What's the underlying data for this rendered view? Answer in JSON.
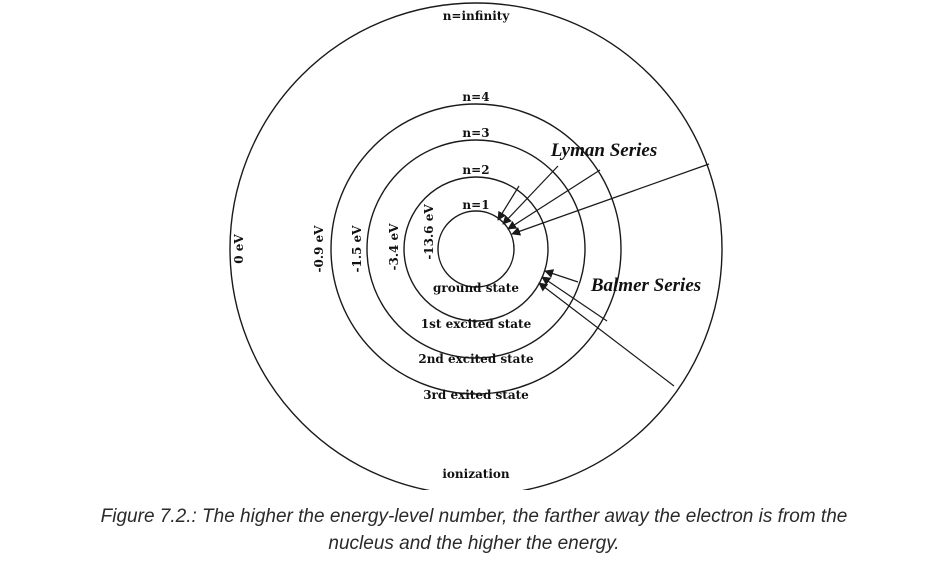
{
  "diagram": {
    "orbits": [
      {
        "level": "n=1",
        "energy": "-13.6 eV",
        "state": "ground state"
      },
      {
        "level": "n=2",
        "energy": "-3.4 eV",
        "state": "1st excited state"
      },
      {
        "level": "n=3",
        "energy": "-1.5 eV",
        "state": "2nd excited state"
      },
      {
        "level": "n=4",
        "energy": "-0.9 eV",
        "state": "3rd exited state"
      },
      {
        "level": "n=infinity",
        "energy": "0 eV",
        "state": "ionization"
      }
    ],
    "series": {
      "lyman": "Lyman Series",
      "balmer": "Balmer Series"
    },
    "colors": {
      "line": "#1a1a1a",
      "text": "#111111",
      "caption": "#2a2a2a"
    }
  },
  "caption": {
    "line1": "Figure 7.2.: The higher the energy-level number, the farther away the electron is from the",
    "line2": "nucleus and the higher the energy."
  }
}
